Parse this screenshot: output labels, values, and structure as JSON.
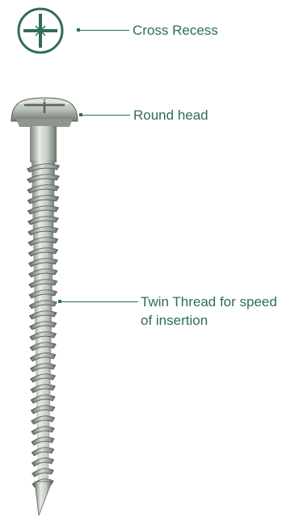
{
  "colors": {
    "accent": "#2e6e55",
    "metal_light": "#e6ebe4",
    "metal_mid": "#b3bcb2",
    "metal_dark": "#6b736d",
    "background": "#ffffff"
  },
  "callouts": {
    "cross_recess": "Cross Recess",
    "round_head": "Round head",
    "twin_thread_line1": "Twin Thread for speed",
    "twin_thread_line2": "of insertion"
  },
  "icons": {
    "cross_recess_symbol": "circle-with-cross-icon"
  }
}
